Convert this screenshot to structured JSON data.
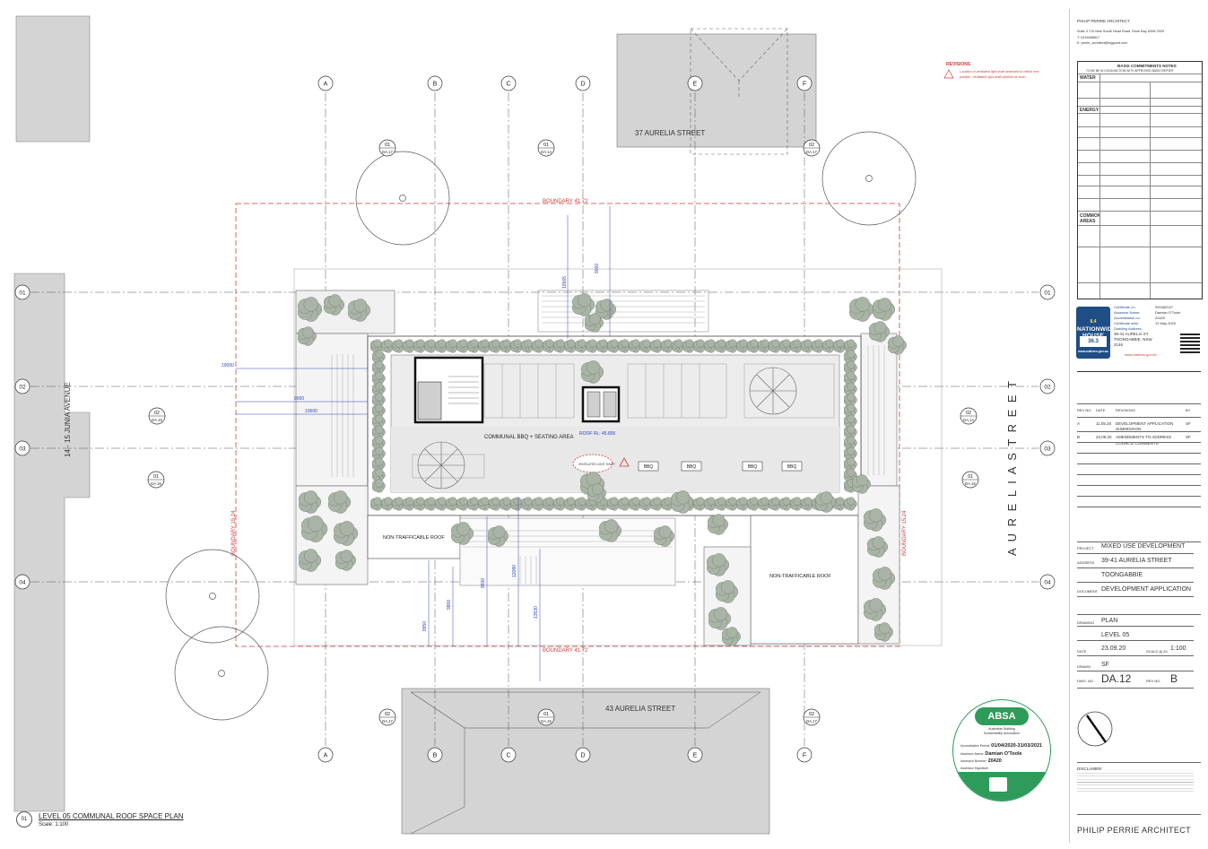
{
  "plan": {
    "grid_letters": [
      "A",
      "B",
      "C",
      "D",
      "E",
      "F"
    ],
    "grid_numbers": [
      "01",
      "02",
      "03",
      "04"
    ],
    "streets": {
      "east": "A U R E L I A   S T R E E T",
      "west": "14 - 15 JUNIA AVENUE",
      "north_building": "37 AURELIA STREET",
      "south_building": "43 AURELIA STREET"
    },
    "boundaries": {
      "north": "BOUNDARY 41.72",
      "south": "BOUNDARY 41.72",
      "west": "BOUNDARY 15.24",
      "east": "BOUNDARY 15.24"
    },
    "section_markers": [
      {
        "num": "01",
        "ref": "DA.17"
      },
      {
        "num": "01",
        "ref": "DA.14"
      },
      {
        "num": "02",
        "ref": "DA.17"
      },
      {
        "num": "02",
        "ref": "DA.15"
      },
      {
        "num": "02",
        "ref": "DA.14"
      },
      {
        "num": "01",
        "ref": "DA.16"
      },
      {
        "num": "01",
        "ref": "DA.16"
      },
      {
        "num": "02",
        "ref": "DA.17"
      },
      {
        "num": "01",
        "ref": "DA.15"
      },
      {
        "num": "02",
        "ref": "DA.17"
      }
    ],
    "labels": {
      "bbq_area": "COMMUNAL BBQ + SEATING AREA",
      "roof_rl": "ROOF RL: 45.800",
      "ventilated": "VENTILATED LIGHT SHAFT",
      "bbq": "BBQ",
      "non_traf_left": "NON-TRAFFICABLE ROOF",
      "non_traf_right": "NON-TRAFFICABLE ROOF"
    },
    "dimensions": [
      "19000",
      "9000",
      "10600",
      "10565",
      "9000",
      "8950",
      "9800",
      "8600",
      "12080",
      "13530"
    ]
  },
  "revisions_note": {
    "title": "REVISIONS",
    "text1": "Location of ventilated light shaft amended to reflect new",
    "text2": "position. Ventilated light shaft labelled as such."
  },
  "titleblock": {
    "firm_header": "PHILIP PERRIE ARCHITECT",
    "addr1": "Suite 3 710 New South Head Road, Rose Bay NSW 2029",
    "addr2": "T: 0415968817",
    "addr3": "E: perrie_architect@bigpond.com",
    "basix_title": "BASIX COMMITMENTS NOTES",
    "basix_sub": "TO BE BE IN CONJUNCTION WITH APPROVED BASIX REPORT",
    "sec_water": "WATER",
    "sec_energy": "ENERGY",
    "sec_common": "COMMON",
    "sec_areas": "AREAS",
    "cert_labels": {
      "certificate": "Certificate no.",
      "assessor": "Assessor Name:",
      "accreditation": "Accreditation no.",
      "date": "Certificate date:",
      "dwelling": "Dwelling Address:"
    },
    "cert_values": {
      "certificate": "090482027",
      "assessor": "Damian O'Toole",
      "accreditation": "20420",
      "date": "12 May 2020",
      "address1": "39-41 AURELIA ST",
      "address2": "TOONGABBIE, NSW",
      "address3": "2146"
    },
    "nathers_stars": "8.4",
    "nathers_brand": "NATIONWIDE HOUSE",
    "nathers_score": "36.3",
    "nathers_url": "www.nathers.gov.au",
    "rev_headers": [
      "REV NO.",
      "DATE",
      "REVISIONS",
      "BY"
    ],
    "revisions": [
      {
        "no": "A",
        "date": "11.05.20",
        "text1": "DEVELOPMENT APPLICATION",
        "text2": "SUBMISSION",
        "by": "SF"
      },
      {
        "no": "B",
        "date": "23.09.20",
        "text1": "AMENDMENTS TO ADDRESS",
        "text2": "COUNCIL COMMENTS",
        "by": "SF"
      }
    ],
    "project_label": "PROJECT",
    "project_value": "MIXED USE DEVELOPMENT",
    "address_label": "ADDRESS",
    "address_value1": "39-41 AURELIA STREET",
    "address_value2": "TOONGABBIE",
    "document_label": "DOCUMENT",
    "document_value": "DEVELOPMENT APPLICATION",
    "drawing_label": "DRAWING",
    "drawing_value1": "PLAN",
    "drawing_value2": "LEVEL 05",
    "date_label": "DATE",
    "date_value": "23.09.20",
    "scale_label": "SCALE @ A1",
    "scale_value": "1:100",
    "drawn_label": "DRAWN",
    "drawn_value": "SF",
    "dwg_label": "DWG. NO.",
    "dwg_value": "DA.12",
    "rev_label": "REV NO.",
    "rev_value": "B",
    "disclaimer_title": "DISCLAIMER",
    "firm_footer": "PHILIP PERRIE ARCHITECT"
  },
  "absa": {
    "logo": "ABSA",
    "tag1": "Australian Building",
    "tag2": "Sustainability Association",
    "period_label": "Accreditation Period:",
    "period_value": "01/04/2020-31/03/2021",
    "assessor_label": "Assessor Name:",
    "assessor_value": "Damian O'Toole",
    "number_label": "Assessor Number:",
    "number_value": "20420",
    "signature_label": "Assessor Signature"
  },
  "plan_title": {
    "num": "01",
    "name": "LEVEL 05 COMMUNAL ROOF SPACE PLAN",
    "scale": "Scale: 1:100"
  }
}
